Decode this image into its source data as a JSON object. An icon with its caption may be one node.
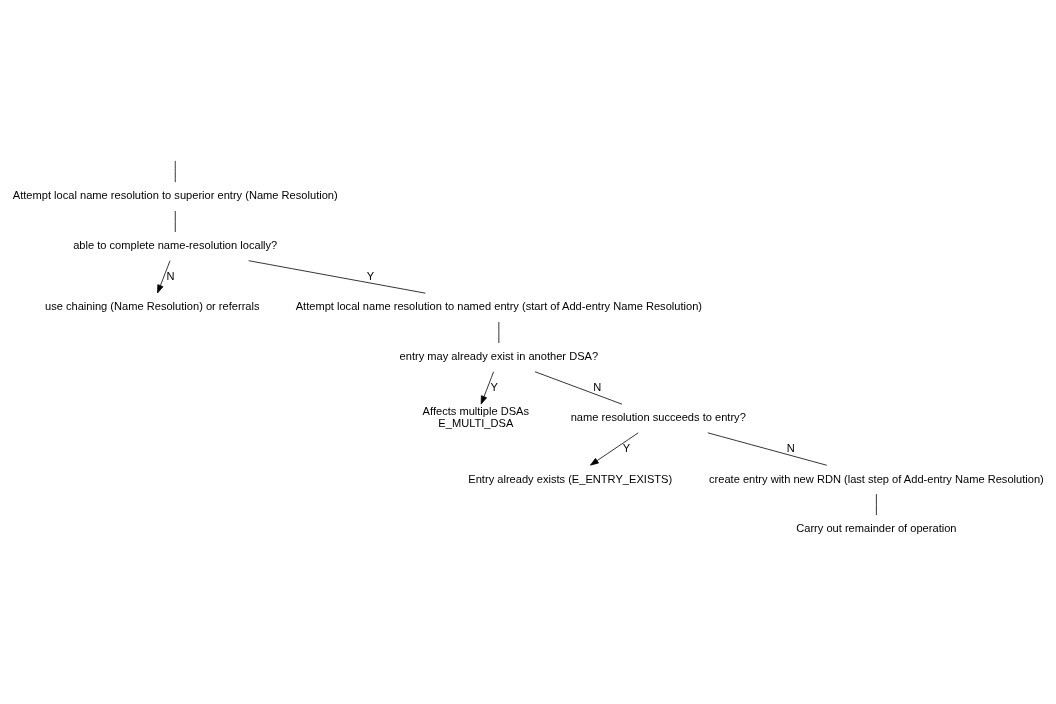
{
  "diagram": {
    "nodes": [
      {
        "text": [
          "Attempt local name resolution to superior entry (Name Resolution)"
        ]
      },
      {
        "text": [
          "able to complete name-resolution locally?"
        ]
      },
      {
        "text": [
          "use chaining (Name Resolution) or referrals"
        ]
      },
      {
        "text": [
          "Attempt local name resolution to named entry (start of Add-entry Name Resolution)"
        ]
      },
      {
        "text": [
          "entry may already exist in another DSA?"
        ]
      },
      {
        "text": [
          "Affects multiple DSAs",
          "E_MULTI_DSA"
        ]
      },
      {
        "text": [
          "name resolution succeeds to entry?"
        ]
      },
      {
        "text": [
          "Entry already exists (E_ENTRY_EXISTS)"
        ]
      },
      {
        "text": [
          "create entry with new RDN (last step of Add-entry Name Resolution)"
        ]
      },
      {
        "text": [
          "Carry out remainder of operation"
        ]
      }
    ],
    "edges": [
      {
        "from": null,
        "to": 0,
        "arrow": "none"
      },
      {
        "from": 0,
        "to": 1,
        "arrow": "none"
      },
      {
        "from": 1,
        "to": 2,
        "label": "N",
        "arrow": "to"
      },
      {
        "from": 1,
        "to": 3,
        "label": "Y",
        "arrow": "none"
      },
      {
        "from": 3,
        "to": 4,
        "arrow": "none"
      },
      {
        "from": 4,
        "to": 5,
        "label": "Y",
        "arrow": "to"
      },
      {
        "from": 4,
        "to": 6,
        "label": "N",
        "arrow": "none"
      },
      {
        "from": 6,
        "to": 7,
        "label": "Y",
        "arrow": "to"
      },
      {
        "from": 6,
        "to": 8,
        "label": "N",
        "arrow": "none"
      },
      {
        "from": 8,
        "to": 9,
        "arrow": "none"
      }
    ]
  }
}
